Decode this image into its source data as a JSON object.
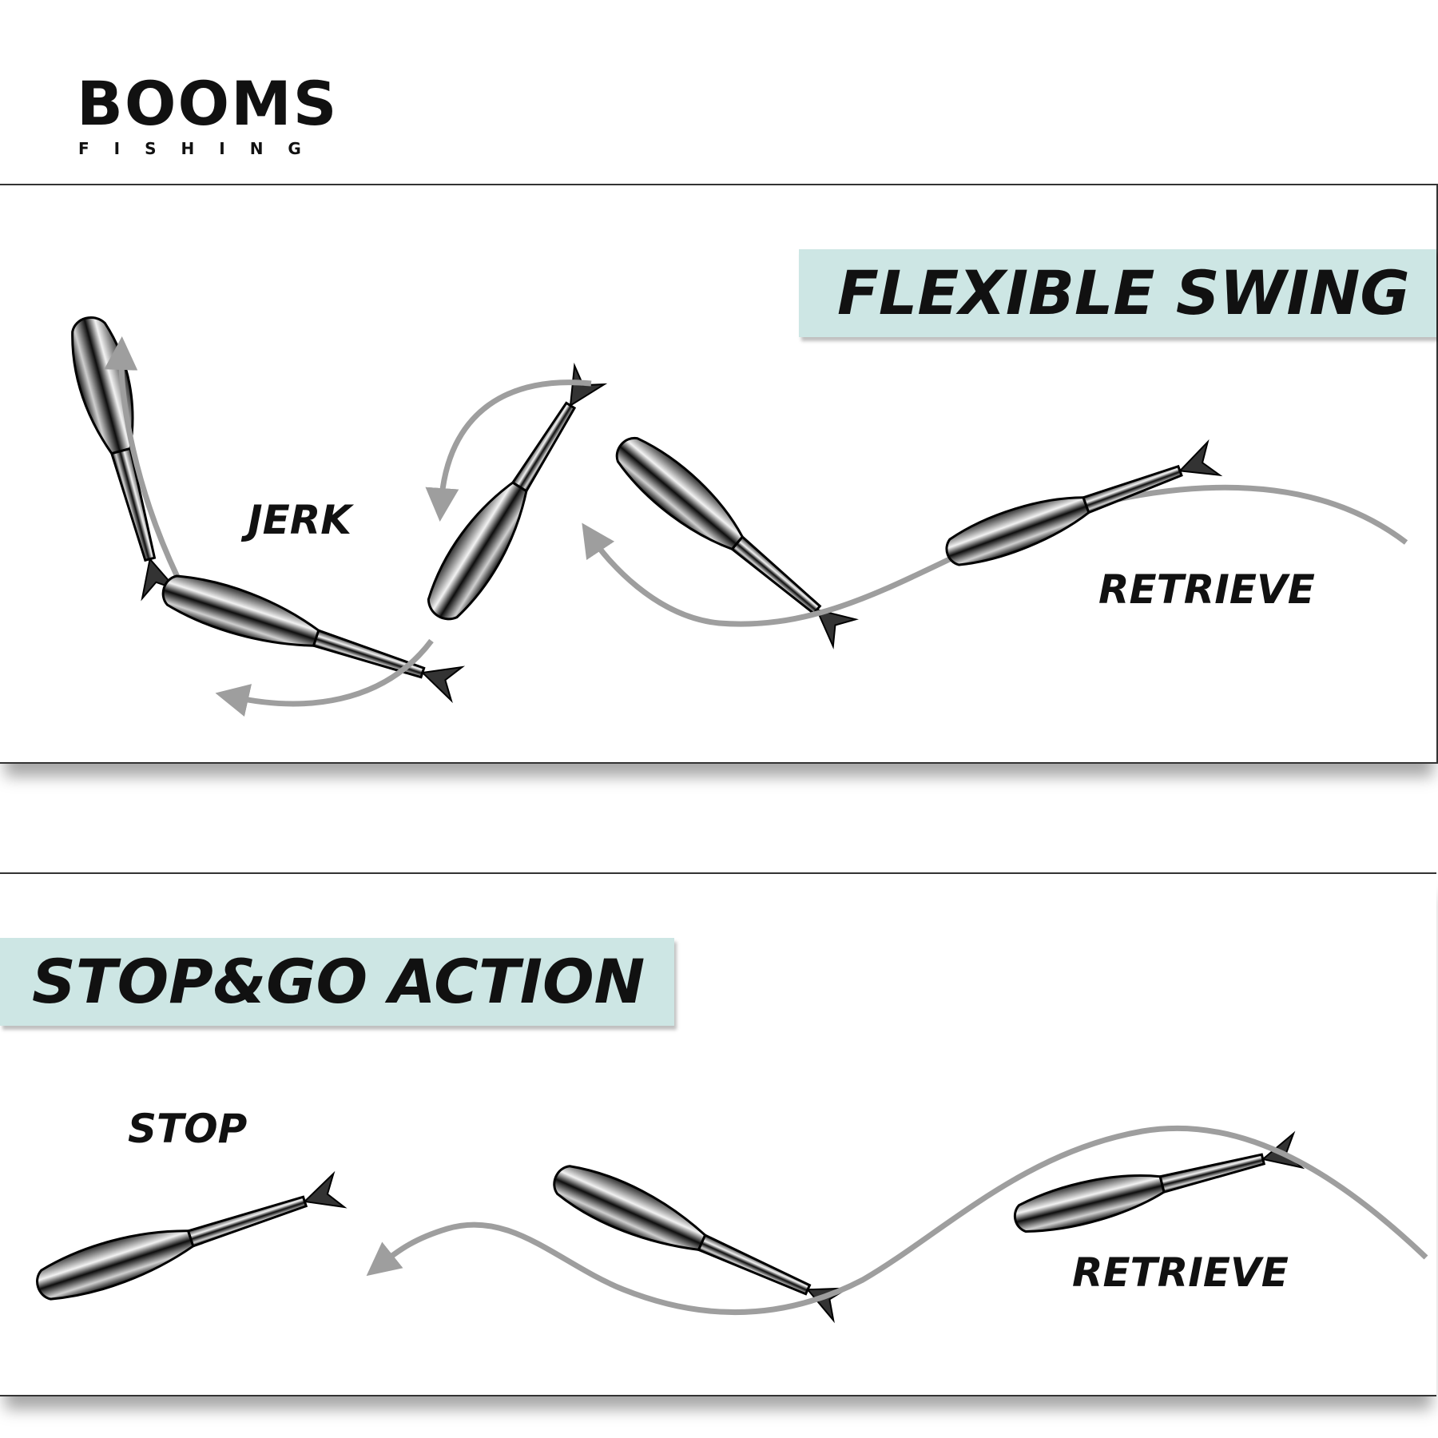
{
  "logo": {
    "brand": "BOOMS",
    "tagline": "FISHING"
  },
  "sections": [
    {
      "title": "FLEXIBLE SWING",
      "labels": {
        "jerk": "JERK",
        "retrieve": "RETRIEVE"
      }
    },
    {
      "title": "STOP&GO ACTION",
      "labels": {
        "stop": "STOP",
        "retrieve": "RETRIEVE"
      }
    }
  ],
  "colors": {
    "banner": "#cde6e4",
    "arrow": "#9e9e9e",
    "lure": "#111111"
  }
}
